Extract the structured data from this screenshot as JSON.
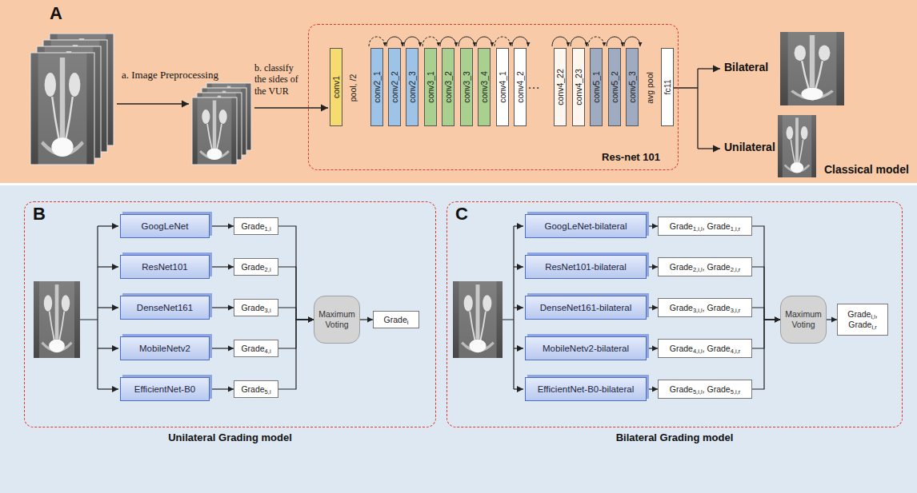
{
  "diagram": {
    "nodes": [
      {
        "text": [
          "Res-net 101"
        ]
      },
      {
        "text": [
          "conv1"
        ],
        "in": 0
      },
      {
        "text": [
          "conv2_1"
        ],
        "in": 0
      },
      {
        "text": [
          "conv2_2"
        ],
        "in": 0
      },
      {
        "text": [
          "conv2_3"
        ],
        "in": 0
      },
      {
        "text": [
          "conv3_1"
        ],
        "in": 0
      },
      {
        "text": [
          "conv3_2"
        ],
        "in": 0
      },
      {
        "text": [
          "conv3_3"
        ],
        "in": 0
      },
      {
        "text": [
          "conv3_4"
        ],
        "in": 0
      },
      {
        "text": [
          "conv4_1"
        ],
        "in": 0
      },
      {
        "text": [
          "conv4_2"
        ],
        "in": 0
      },
      {
        "text": [
          "conv4_22"
        ],
        "in": 0
      },
      {
        "text": [
          "conv4_23"
        ],
        "in": 0
      },
      {
        "text": [
          "conv5_1"
        ],
        "in": 0
      },
      {
        "text": [
          "conv5_2"
        ],
        "in": 0
      },
      {
        "text": [
          "conv5_3"
        ],
        "in": 0
      },
      {
        "text": [
          "fc11"
        ],
        "in": 0
      },
      {
        "text": [
          "B",
          "Unilateral Grading model"
        ]
      },
      {
        "text": [
          "GoogLeNet"
        ],
        "in": 17
      },
      {
        "text": [
          "ResNet101"
        ],
        "in": 17
      },
      {
        "text": [
          "DenseNet161"
        ],
        "in": 17
      },
      {
        "text": [
          "MobileNetv2"
        ],
        "in": 17
      },
      {
        "text": [
          "EfficientNet-B0"
        ],
        "in": 17
      },
      {
        "text": [
          "Grade1,i"
        ],
        "in": 17
      },
      {
        "text": [
          "Grade2,i"
        ],
        "in": 17
      },
      {
        "text": [
          "Grade3,i"
        ],
        "in": 17
      },
      {
        "text": [
          "Grade4,i"
        ],
        "in": 17
      },
      {
        "text": [
          "Grade5,i"
        ],
        "in": 17
      },
      {
        "text": [
          "Maximum Voting"
        ],
        "in": 17
      },
      {
        "text": [
          "Gradei"
        ],
        "in": 17
      },
      {
        "text": [
          "C",
          "Bilateral Grading model"
        ]
      },
      {
        "text": [
          "GoogLeNet-bilateral"
        ],
        "in": 30
      },
      {
        "text": [
          "ResNet101-bilateral"
        ],
        "in": 30
      },
      {
        "text": [
          "DenseNet161-bilateral"
        ],
        "in": 30
      },
      {
        "text": [
          "MobileNetv2-bilateral"
        ],
        "in": 30
      },
      {
        "text": [
          "EfficientNet-B0-bilateral"
        ],
        "in": 30
      },
      {
        "text": [
          "Grade1,i,l, Grade1,i,r"
        ],
        "in": 30
      },
      {
        "text": [
          "Grade2,i,l, Grade2,i,r"
        ],
        "in": 30
      },
      {
        "text": [
          "Grade3,i,l, Grade3,i,r"
        ],
        "in": 30
      },
      {
        "text": [
          "Grade4,i,l, Grade4,i,r"
        ],
        "in": 30
      },
      {
        "text": [
          "Grade5,i,l, Grade5,i,r"
        ],
        "in": 30
      },
      {
        "text": [
          "Maximum Voting"
        ],
        "in": 30
      },
      {
        "text": [
          "Gradei,l, Gradei,r"
        ],
        "in": 30
      }
    ],
    "edges": [
      {
        "from": 18,
        "to": 23,
        "arrow": "to"
      },
      {
        "from": 19,
        "to": 24,
        "arrow": "to"
      },
      {
        "from": 20,
        "to": 25,
        "arrow": "to"
      },
      {
        "from": 21,
        "to": 26,
        "arrow": "to"
      },
      {
        "from": 22,
        "to": 27,
        "arrow": "to"
      },
      {
        "from": 23,
        "to": 28,
        "arrow": "to"
      },
      {
        "from": 24,
        "to": 28,
        "arrow": "to"
      },
      {
        "from": 25,
        "to": 28,
        "arrow": "to"
      },
      {
        "from": 26,
        "to": 28,
        "arrow": "to"
      },
      {
        "from": 27,
        "to": 28,
        "arrow": "to"
      },
      {
        "from": 28,
        "to": 29,
        "arrow": "to"
      },
      {
        "from": 31,
        "to": 36,
        "arrow": "to"
      },
      {
        "from": 32,
        "to": 37,
        "arrow": "to"
      },
      {
        "from": 33,
        "to": 38,
        "arrow": "to"
      },
      {
        "from": 34,
        "to": 39,
        "arrow": "to"
      },
      {
        "from": 35,
        "to": 40,
        "arrow": "to"
      },
      {
        "from": 36,
        "to": 41,
        "arrow": "to"
      },
      {
        "from": 37,
        "to": 41,
        "arrow": "to"
      },
      {
        "from": 38,
        "to": 41,
        "arrow": "to"
      },
      {
        "from": 39,
        "to": 41,
        "arrow": "to"
      },
      {
        "from": 40,
        "to": 41,
        "arrow": "to"
      },
      {
        "from": 41,
        "to": 42,
        "arrow": "to"
      }
    ],
    "labels": [
      "A",
      "a. Image Preprocessing",
      "b. classify the sides of the VUR",
      "pool, /2",
      "…",
      "avg pool",
      "Bilateral",
      "Unilateral",
      "Classical model"
    ]
  }
}
